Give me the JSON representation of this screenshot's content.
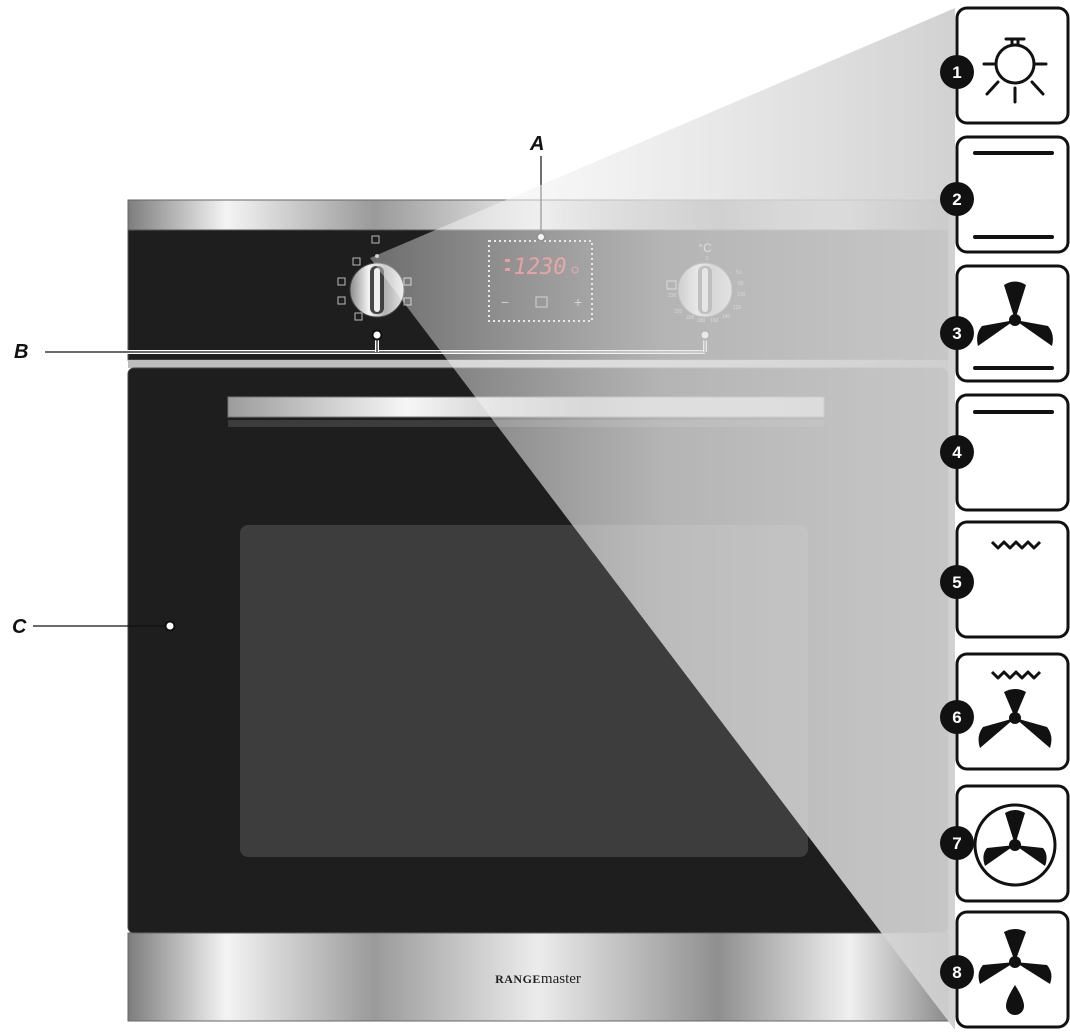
{
  "callouts": {
    "a": "A",
    "b": "B",
    "c": "C"
  },
  "display": {
    "time": "1230"
  },
  "touch_controls": {
    "minus": "−",
    "plus": "+"
  },
  "temperature_dial": {
    "unit_label": "°C",
    "scale_marks": [
      "0",
      "50",
      "80",
      "100",
      "120",
      "140",
      "160",
      "180",
      "200",
      "220",
      "230"
    ]
  },
  "brand": {
    "prefix": "RANGE",
    "suffix": "master"
  },
  "functions": [
    {
      "number": "1",
      "icon": "light-icon"
    },
    {
      "number": "2",
      "icon": "top-bottom-heat-icon"
    },
    {
      "number": "3",
      "icon": "fan-bottom-heat-icon"
    },
    {
      "number": "4",
      "icon": "top-heat-icon"
    },
    {
      "number": "5",
      "icon": "grill-icon"
    },
    {
      "number": "6",
      "icon": "fan-grill-icon"
    },
    {
      "number": "7",
      "icon": "fan-oven-icon"
    },
    {
      "number": "8",
      "icon": "defrost-icon"
    }
  ],
  "colors": {
    "panel_black": "#1e1e1e",
    "steel_light": "#f2f2f2",
    "steel_dark": "#8d8d8d",
    "display_red": "#e03a3a",
    "badge_black": "#111111"
  }
}
